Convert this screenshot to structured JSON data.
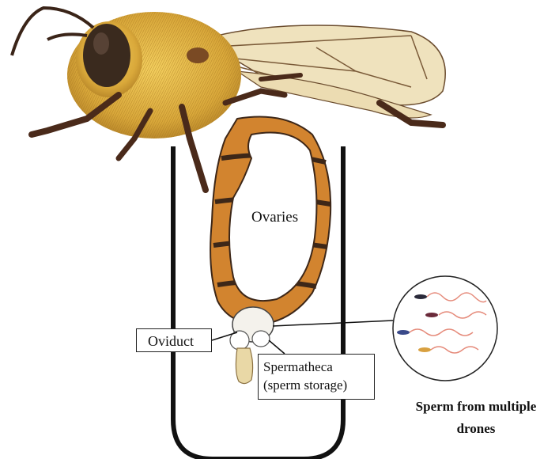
{
  "labels": {
    "ovaries": "Ovaries",
    "oviduct": "Oviduct",
    "spermatheca": "Spermatheca",
    "spermatheca_note": "(sperm storage)",
    "sperm_caption_line1": "Sperm from multiple",
    "sperm_caption_line2": "drones"
  },
  "colors": {
    "fur": "#e0b540",
    "fur_dark": "#b8862a",
    "eye": "#3a2a1e",
    "legs": "#4a2a1a",
    "wing": "#eee0ba",
    "wing_vein": "#7a5a38",
    "abdomen": "#d2842f",
    "abdomen_dark": "#3d2718",
    "cell_outline": "#111111",
    "sperm_tail": "#e58a7a",
    "sperm_heads": [
      "#2a2a3a",
      "#6a2a3a",
      "#3a4a8a",
      "#d8a040"
    ]
  },
  "icons": [
    "honeybee-queen-illustration",
    "queen-cell-outline",
    "sperm-magnification-circle"
  ]
}
